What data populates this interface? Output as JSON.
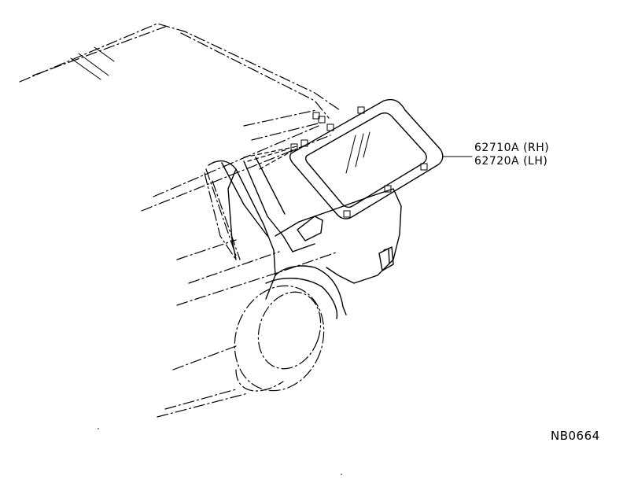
{
  "callouts": [
    {
      "part_number": "62710A (RH)"
    },
    {
      "part_number": "62720A (LH)"
    }
  ],
  "drawing_id": "NB0664"
}
